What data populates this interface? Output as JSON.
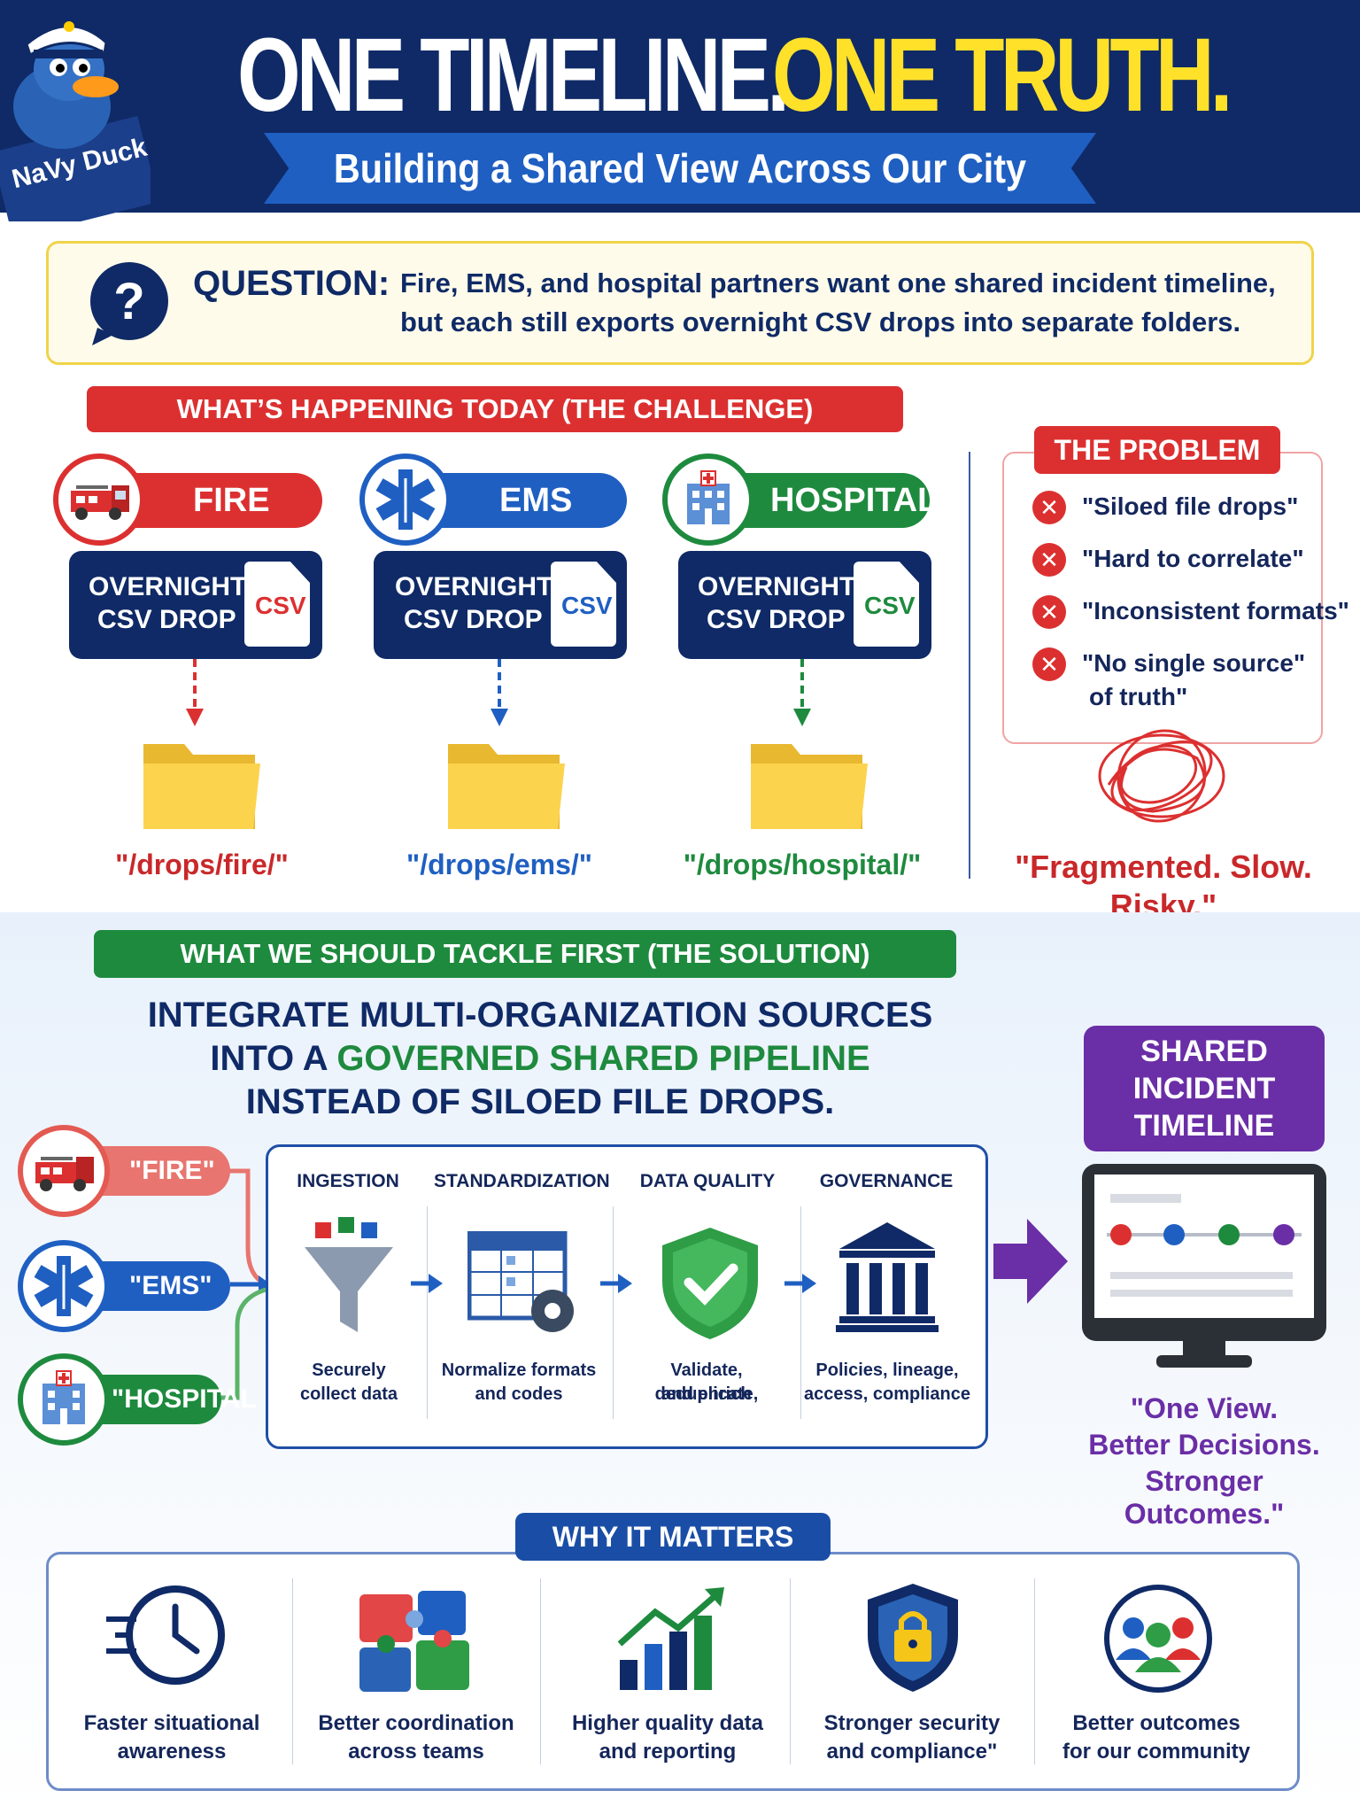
{
  "header": {
    "title_part1": "ONE TIMELINE.",
    "title_part2": "ONE TRUTH.",
    "subtitle": "Building a Shared View Across Our City",
    "mascot_label": "NaVy Duck"
  },
  "question": {
    "label": "QUESTION:",
    "line1": "Fire, EMS, and hospital partners want one shared incident timeline,",
    "line2": "but each still exports overnight CSV drops into separate folders."
  },
  "challenge": {
    "banner": "WHAT’S HAPPENING TODAY (THE CHALLENGE)",
    "orgs": [
      {
        "name": "FIRE",
        "drop_line1": "OVERNIGHT",
        "drop_line2": "CSV DROP",
        "csv": "CSV",
        "path": "\"/drops/fire/\"",
        "color": "#dc3030"
      },
      {
        "name": "EMS",
        "drop_line1": "OVERNIGHT",
        "drop_line2": "CSV DROP",
        "csv": "CSV",
        "path": "\"/drops/ems/\"",
        "color": "#1f5fc2"
      },
      {
        "name": "HOSPITAL",
        "drop_line1": "OVERNIGHT",
        "drop_line2": "CSV DROP",
        "csv": "CSV",
        "path": "\"/drops/hospital/\"",
        "color": "#1e8a3e"
      }
    ]
  },
  "problem": {
    "banner": "THE PROBLEM",
    "items": [
      "\"Siloed file drops\"",
      "\"Hard to correlate\"",
      "\"Inconsistent formats\"",
      "\"No single source\""
    ],
    "item4_line2": "of truth\"",
    "x_glyph": "✕",
    "summary_line1": "\"Fragmented. Slow.",
    "summary_line2": "Risky.\""
  },
  "solution": {
    "banner": "WHAT WE SHOULD TACKLE FIRST (THE SOLUTION)",
    "line1": "INTEGRATE MULTI-ORGANIZATION SOURCES",
    "line2_a": "INTO A ",
    "line2_b": "GOVERNED SHARED PIPELINE",
    "line3": "INSTEAD OF SILOED FILE DROPS.",
    "inputs": [
      "\"FIRE\"",
      "\"EMS\"",
      "\"HOSPITAL"
    ],
    "stages": [
      {
        "title": "INGESTION",
        "desc1": "Securely",
        "desc2": "collect data"
      },
      {
        "title": "STANDARDIZATION",
        "desc1": "Normalize formats",
        "desc2": "and codes"
      },
      {
        "title": "DATA QUALITY",
        "desc1": "Validate, deduplicate,",
        "desc2": "and enrich"
      },
      {
        "title": "GOVERNANCE",
        "desc1": "Policies, lineage,",
        "desc2": "access, compliance"
      }
    ],
    "output_title": [
      "SHARED",
      "INCIDENT",
      "TIMELINE"
    ],
    "quote": [
      "\"One View.",
      "Better Decisions.",
      "Stronger Outcomes.\""
    ]
  },
  "why": {
    "banner": "WHY IT MATTERS",
    "items": [
      {
        "line1": "Faster situational",
        "line2": "awareness"
      },
      {
        "line1": "Better coordination",
        "line2": "across teams"
      },
      {
        "line1": "Higher quality data",
        "line2": "and reporting"
      },
      {
        "line1": "Stronger security",
        "line2": "and compliance\""
      },
      {
        "line1": "Better outcomes",
        "line2": "for our community"
      }
    ]
  }
}
